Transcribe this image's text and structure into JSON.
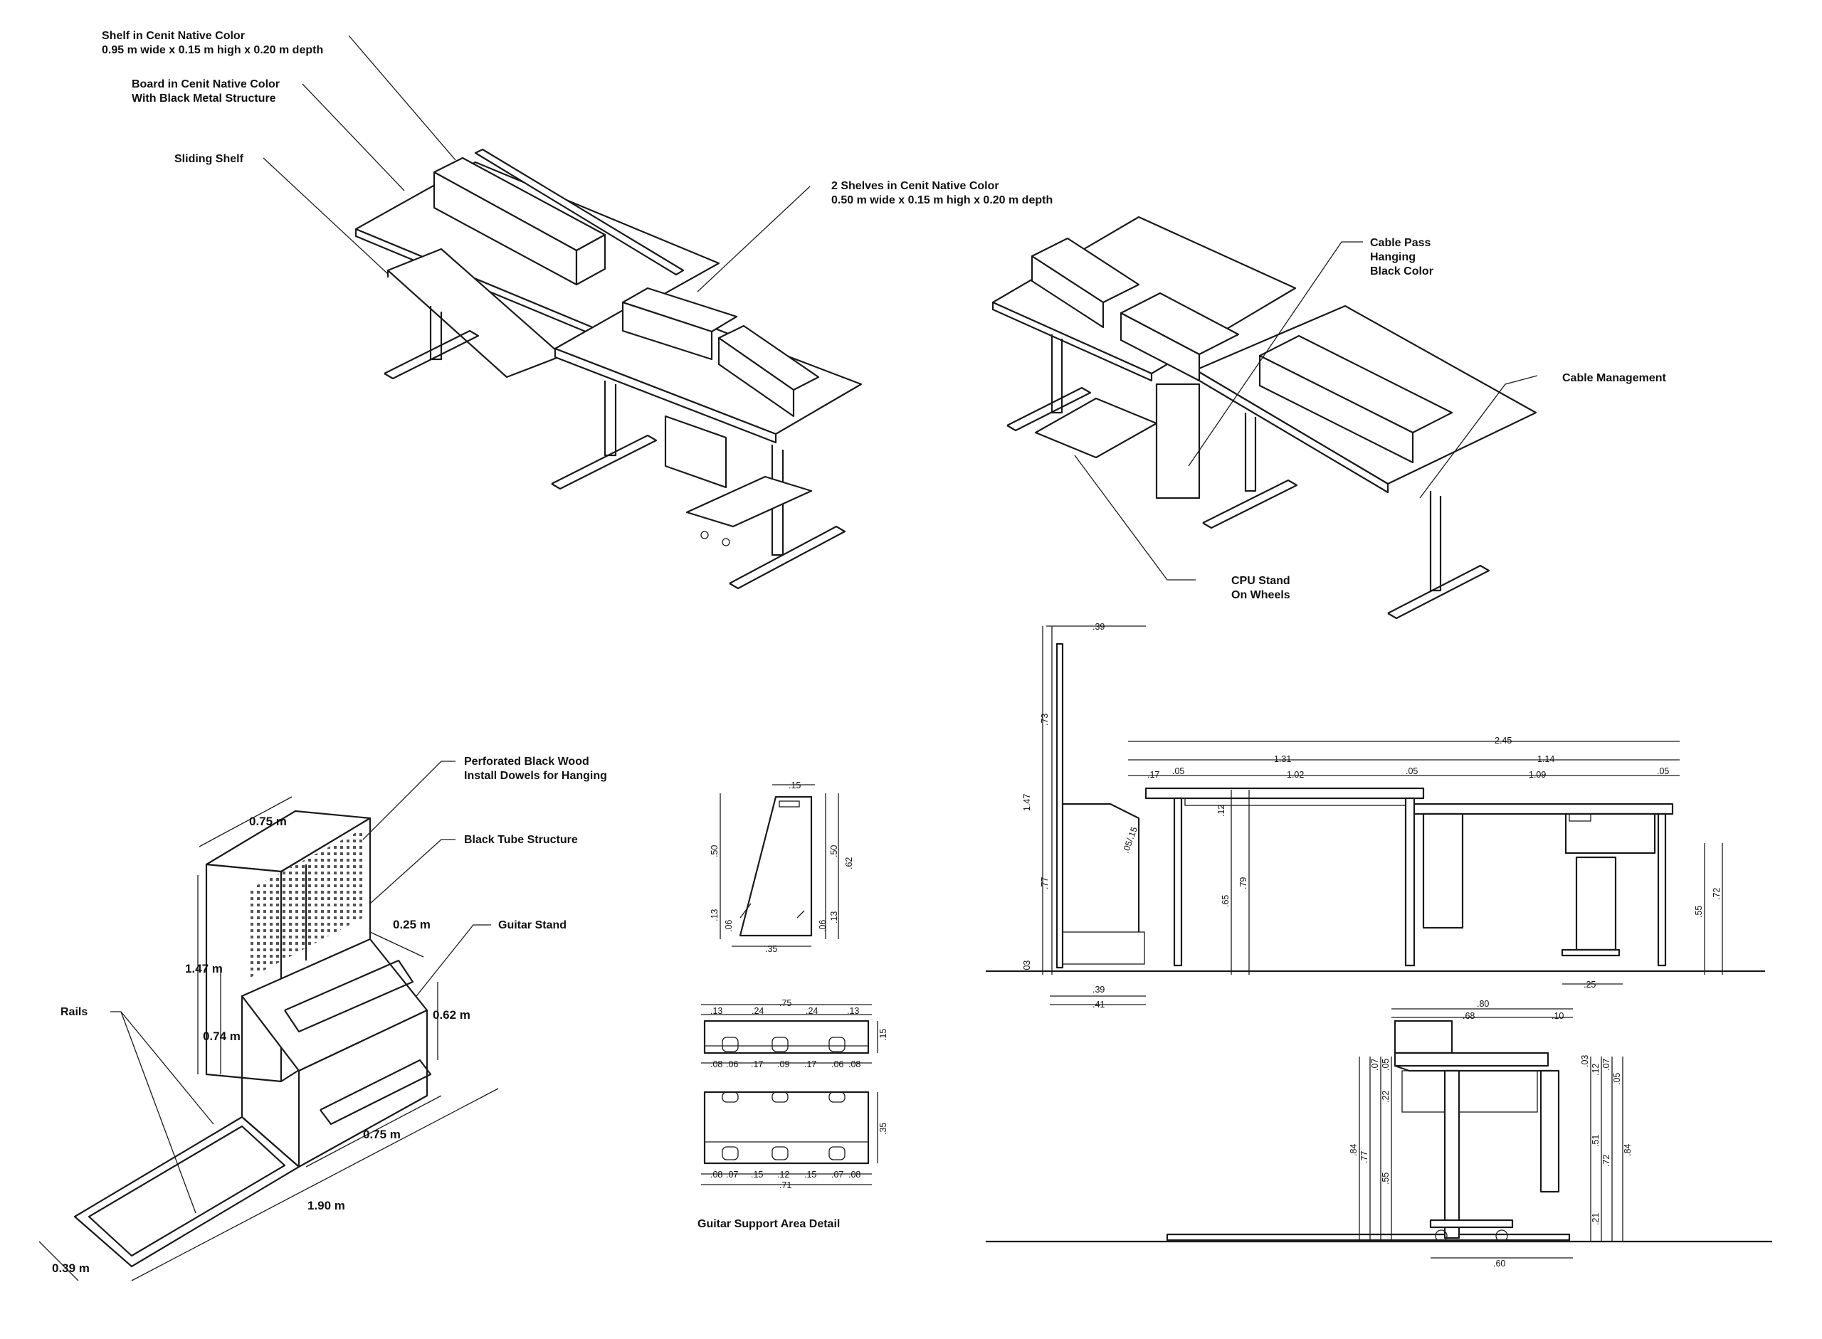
{
  "labels": {
    "shelf_native_1": "Shelf in Cenit Native Color",
    "shelf_native_2": "0.95 m wide x 0.15 m high x 0.20 m depth",
    "board_1": "Board in Cenit Native Color",
    "board_2": "With Black Metal Structure",
    "sliding_shelf": "Sliding Shelf",
    "two_shelves_1": "2 Shelves in Cenit Native Color",
    "two_shelves_2": "0.50 m wide x 0.15 m high x 0.20 m depth",
    "cable_pass_1": "Cable Pass",
    "cable_pass_2": "Hanging",
    "cable_pass_3": "Black Color",
    "cable_mgmt": "Cable Management",
    "cpu_stand_1": "CPU Stand",
    "cpu_stand_2": "On Wheels",
    "perforated_1": "Perforated Black Wood",
    "perforated_2": "Install Dowels for Hanging",
    "black_tube": "Black Tube Structure",
    "guitar_stand": "Guitar Stand",
    "rails": "Rails",
    "guitar_detail_title": "Guitar Support Area Detail"
  },
  "guitar_dims": {
    "w075_top": "0.75 m",
    "h147": "1.47 m",
    "h074": "0.74 m",
    "d025": "0.25 m",
    "h062": "0.62 m",
    "w075_bot": "0.75 m",
    "l190": "1.90 m",
    "w039": "0.39 m"
  },
  "side_detail": {
    "top": ".15",
    "h50a": ".50",
    "h50b": ".50",
    "h62": ".62",
    "h13a": ".13",
    "h06a": ".06",
    "h06b": ".06",
    "h13b": ".13",
    "w35": ".35"
  },
  "top_detail": {
    "w75": ".75",
    "segs_top": [
      ".13",
      ".24",
      ".24",
      ".13"
    ],
    "h15": ".15",
    "segs_mid": [
      ".08",
      ".06",
      ".17",
      ".09",
      ".17",
      ".06",
      ".08"
    ],
    "h35": ".35",
    "segs_bot": [
      ".08",
      ".07",
      ".15",
      ".12",
      ".15",
      ".07",
      ".08"
    ],
    "w71": ".71"
  },
  "front_elev": {
    "w39_top": ".39",
    "h73": ".73",
    "h147": "1.47",
    "h77": ".77",
    "h03": ".03",
    "w39_bot": ".39",
    "w41": ".41",
    "w245": "2.45",
    "w131": "1.31",
    "w114": "1.14",
    "w17": ".17",
    "w05a": ".05",
    "w102": "1.02",
    "w05b": ".05",
    "w109": "1.09",
    "w05c": ".05",
    "h12": ".12",
    "diag": ".05/.15",
    "h65": ".65",
    "h79": ".79",
    "h55": ".55",
    "h72": ".72",
    "w25": ".25"
  },
  "side_elev": {
    "w80": ".80",
    "w68": ".68",
    "w10": ".10",
    "h07": ".07",
    "h05": ".05",
    "h22": ".22",
    "h84a": ".84",
    "h77": ".77",
    "h55": ".55",
    "h03": ".03",
    "h12": ".12",
    "h07b": ".07",
    "h05b": ".05",
    "h51": ".51",
    "h72": ".72",
    "h84b": ".84",
    "h21": ".21",
    "w60": ".60"
  }
}
